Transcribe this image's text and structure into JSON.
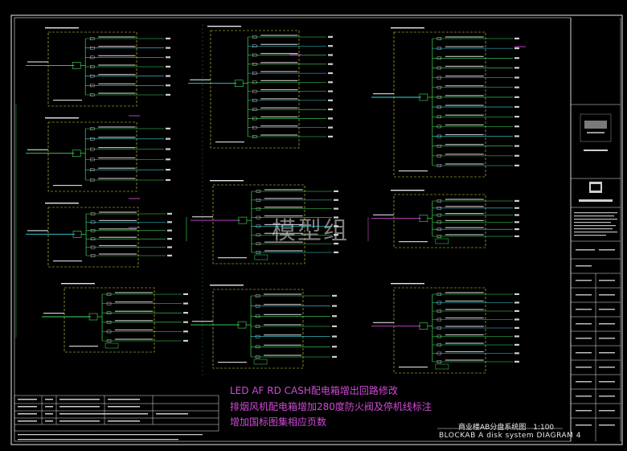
{
  "watermark": "模型组",
  "notes": [
    "LED AF RD CASH配电箱增出回路修改",
    "排烟风机配电箱增加280度防火阀及停机线标注",
    "增加国标图集相应页数"
  ],
  "drawing_title": {
    "cn": "商业楼AB分盘系统图",
    "scale": "1:100",
    "en": "BLOCKAB A disk system DIAGRAM 4"
  },
  "colors": {
    "background": "#000000",
    "frame": "#e8e8e8",
    "dashed_box": "#d8d84a",
    "line_green": "#3fe05a",
    "line_cyan": "#38d8e0",
    "line_magenta": "#d04ad8",
    "text_white": "#e8e8e8"
  },
  "revision_table": {
    "rows": 5
  }
}
